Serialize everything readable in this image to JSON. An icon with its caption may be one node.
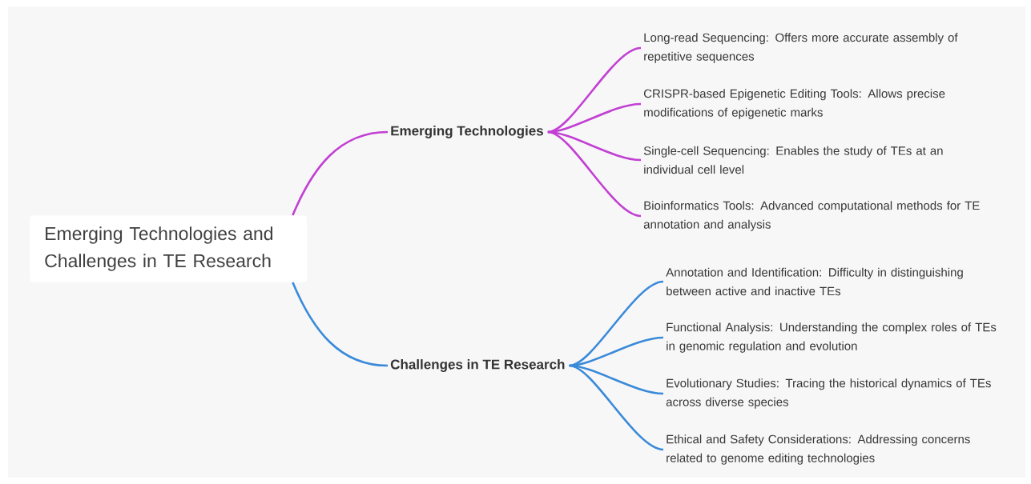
{
  "diagram": {
    "nodes": [
      {
        "text": [
          "Emerging Technologies and Challenges in TE Research"
        ]
      },
      {
        "text": [
          "Emerging Technologies"
        ]
      },
      {
        "text": [
          "Long-read Sequencing: Offers more accurate assembly of repetitive sequences"
        ]
      },
      {
        "text": [
          "CRISPR-based Epigenetic Editing Tools: Allows precise modifications of epigenetic marks"
        ]
      },
      {
        "text": [
          "Single-cell Sequencing: Enables the study of TEs at an individual cell level"
        ]
      },
      {
        "text": [
          "Bioinformatics Tools: Advanced computational methods for TE annotation and analysis"
        ]
      },
      {
        "text": [
          "Challenges in TE Research"
        ]
      },
      {
        "text": [
          "Annotation and Identification: Difficulty in distinguishing between active and inactive TEs"
        ]
      },
      {
        "text": [
          "Functional Analysis: Understanding the complex roles of TEs in genomic regulation and evolution"
        ]
      },
      {
        "text": [
          "Evolutionary Studies: Tracing the historical dynamics of TEs across diverse species"
        ]
      },
      {
        "text": [
          "Ethical and Safety Considerations: Addressing concerns related to genome editing technologies"
        ]
      }
    ],
    "edges": [
      {
        "from": 0,
        "to": 1,
        "arrow": "none",
        "color": "#c23fd3"
      },
      {
        "from": 1,
        "to": 2,
        "arrow": "none",
        "color": "#c23fd3"
      },
      {
        "from": 1,
        "to": 3,
        "arrow": "none",
        "color": "#c23fd3"
      },
      {
        "from": 1,
        "to": 4,
        "arrow": "none",
        "color": "#c23fd3"
      },
      {
        "from": 1,
        "to": 5,
        "arrow": "none",
        "color": "#c23fd3"
      },
      {
        "from": 0,
        "to": 6,
        "arrow": "none",
        "color": "#3a8ad9"
      },
      {
        "from": 6,
        "to": 7,
        "arrow": "none",
        "color": "#3a8ad9"
      },
      {
        "from": 6,
        "to": 8,
        "arrow": "none",
        "color": "#3a8ad9"
      },
      {
        "from": 6,
        "to": 9,
        "arrow": "none",
        "color": "#3a8ad9"
      },
      {
        "from": 6,
        "to": 10,
        "arrow": "none",
        "color": "#3a8ad9"
      }
    ]
  }
}
